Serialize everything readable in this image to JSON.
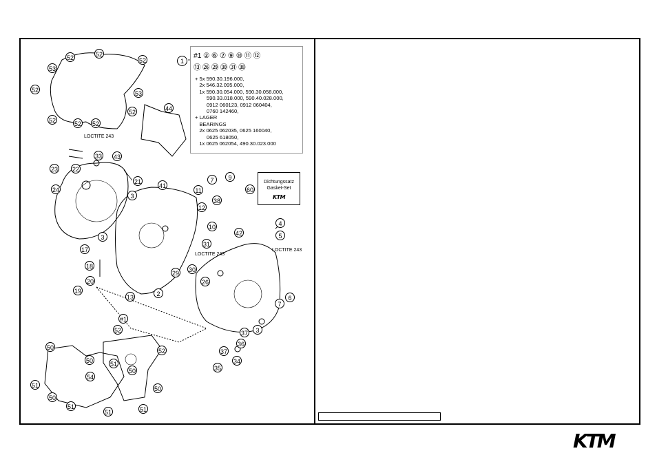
{
  "callout": {
    "main_number": "1",
    "circle_row1": "#1 ② ⑥ ⑦ ⑨ ⑩ ⑪ ⑫",
    "circle_row2": "⑬ ㉖ ㉙ ㉚ ㉛ ㊳",
    "lines": [
      "+ 5x 590.30.196.000,",
      "   2x 546.32.095.000,",
      "   1x 590.30.054.000, 590.30.058.000,",
      "        590.33.018.000, 590.40.028.000,",
      "        0912 060123, 0912 060404,",
      "        0760 142460,",
      "+ LAGER",
      "   BEARINGS",
      "   2x 0625 062035, 0625 160040,",
      "        0625 618050,",
      "   1x 0625 062054, 490.30.023.000"
    ]
  },
  "gasket_set": {
    "number": "60",
    "line1": "Dichtungssatz",
    "line2": "Gasket-Set",
    "logo": "KTM"
  },
  "loctite": [
    "LOCTITE 243",
    "LOCTITE 243",
    "LOCTITE 243"
  ],
  "parts": [
    "52",
    "52",
    "52",
    "53",
    "52",
    "53",
    "52",
    "52",
    "52",
    "52",
    "44",
    "33",
    "43",
    "23",
    "22",
    "24",
    "21",
    "3",
    "41",
    "11",
    "7",
    "9",
    "12",
    "38",
    "17",
    "3",
    "10",
    "42",
    "4",
    "5",
    "31",
    "18",
    "29",
    "30",
    "20",
    "19",
    "2",
    "13",
    "26",
    "7",
    "6",
    "#1",
    "52",
    "3",
    "37",
    "36",
    "37",
    "34",
    "35",
    "50",
    "50",
    "51",
    "50",
    "52",
    "51",
    "54",
    "50",
    "51",
    "50",
    "51",
    "51"
  ],
  "brand": {
    "logo_text": "KTM"
  }
}
